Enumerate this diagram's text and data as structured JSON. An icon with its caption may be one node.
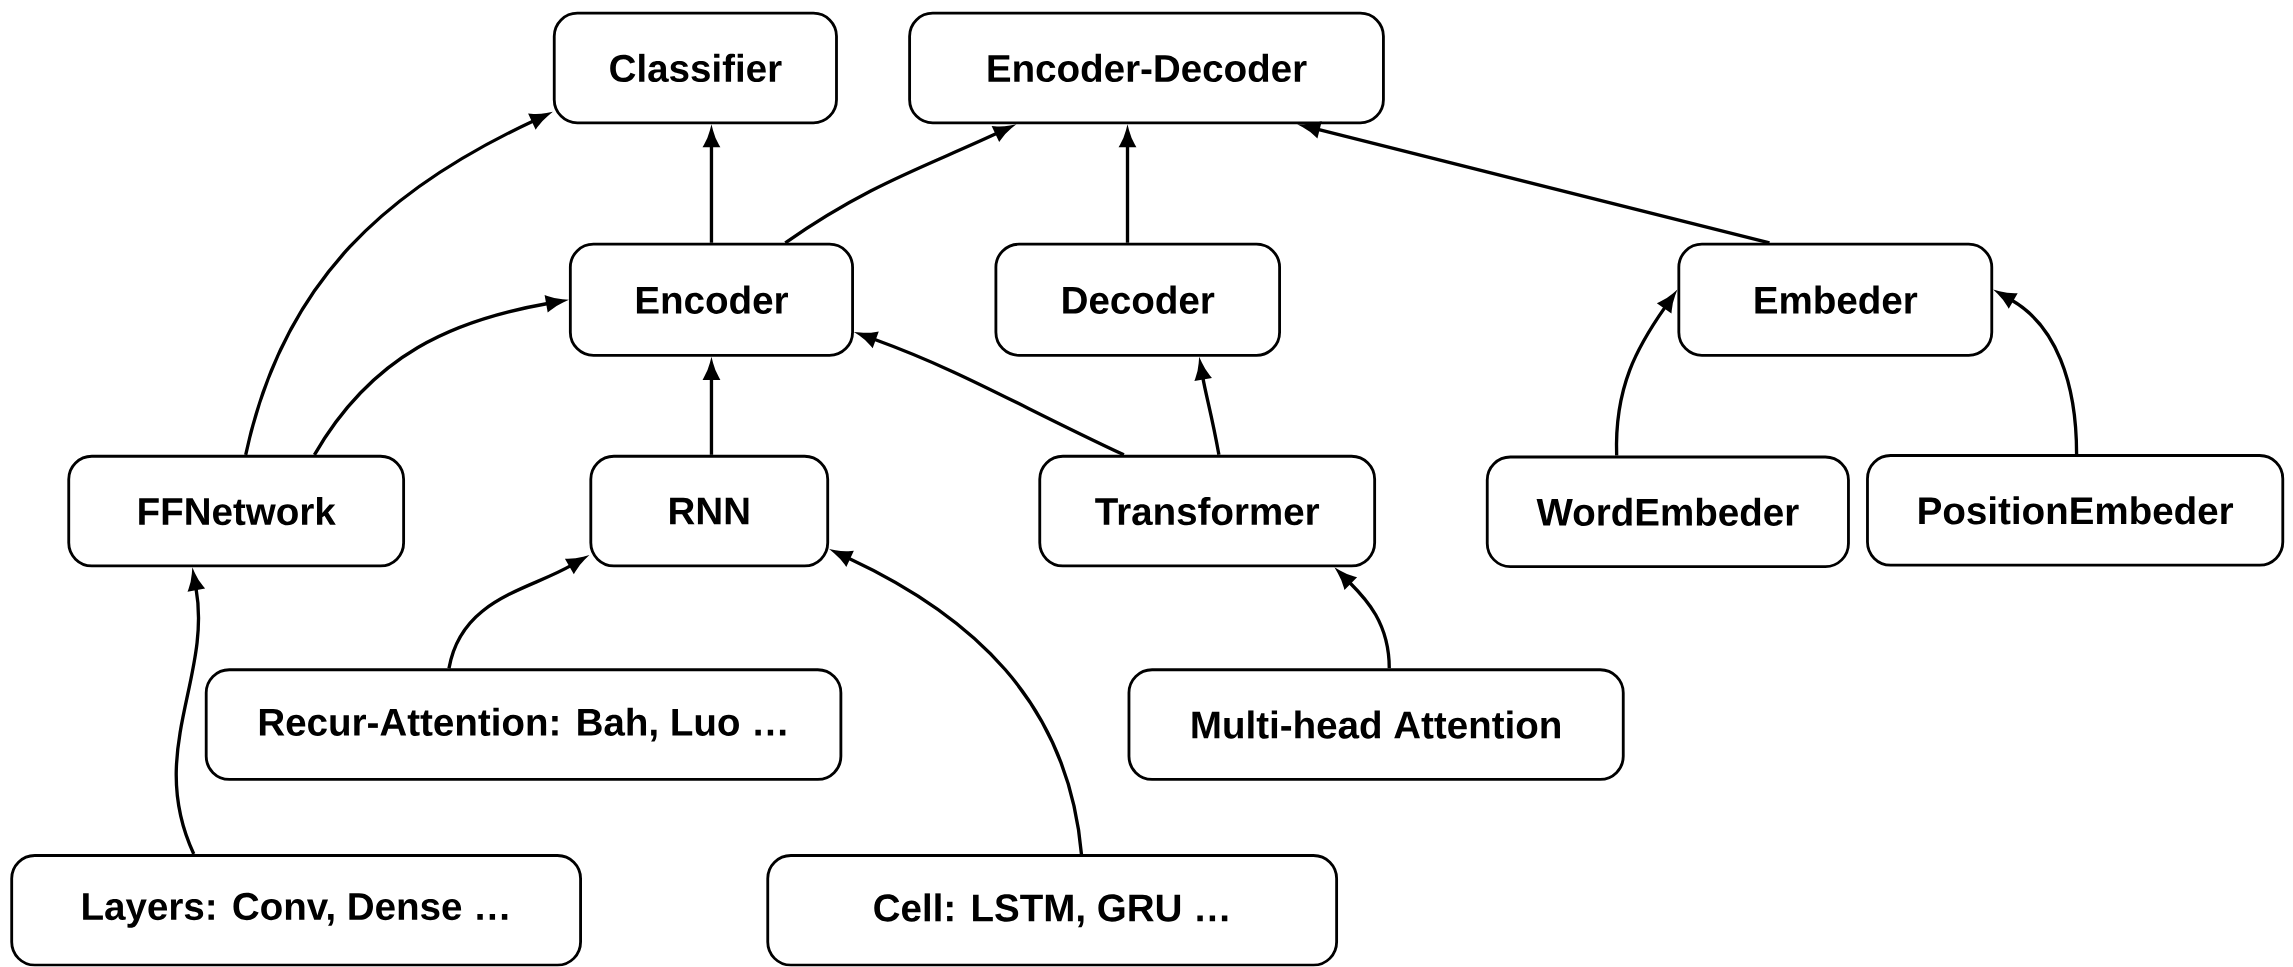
{
  "diagram": {
    "nodes": [
      {
        "text": [
          "Classifier"
        ]
      },
      {
        "text": [
          "Encoder-Decoder"
        ]
      },
      {
        "text": [
          "Encoder"
        ]
      },
      {
        "text": [
          "Decoder"
        ]
      },
      {
        "text": [
          "Embeder"
        ]
      },
      {
        "text": [
          "FFNetwork"
        ]
      },
      {
        "text": [
          "RNN"
        ]
      },
      {
        "text": [
          "Transformer"
        ]
      },
      {
        "text": [
          "WordEmbeder"
        ]
      },
      {
        "text": [
          "PositionEmbeder"
        ]
      },
      {
        "text": [
          "Recur-Attention: Bah, Luo …"
        ]
      },
      {
        "text": [
          "Multi-head Attention"
        ]
      },
      {
        "text": [
          "Layers: Conv, Dense …"
        ]
      },
      {
        "text": [
          "Cell: LSTM, GRU …"
        ]
      }
    ],
    "edges": [
      {
        "from": 5,
        "to": 0,
        "arrow": "to"
      },
      {
        "from": 5,
        "to": 2,
        "arrow": "to"
      },
      {
        "from": 2,
        "to": 0,
        "arrow": "to"
      },
      {
        "from": 2,
        "to": 1,
        "arrow": "to"
      },
      {
        "from": 3,
        "to": 1,
        "arrow": "to"
      },
      {
        "from": 4,
        "to": 1,
        "arrow": "to"
      },
      {
        "from": 7,
        "to": 2,
        "arrow": "to"
      },
      {
        "from": 7,
        "to": 3,
        "arrow": "to"
      },
      {
        "from": 6,
        "to": 2,
        "arrow": "to"
      },
      {
        "from": 8,
        "to": 4,
        "arrow": "to"
      },
      {
        "from": 9,
        "to": 4,
        "arrow": "to"
      },
      {
        "from": 10,
        "to": 6,
        "arrow": "to"
      },
      {
        "from": 13,
        "to": 6,
        "arrow": "to"
      },
      {
        "from": 11,
        "to": 7,
        "arrow": "to"
      },
      {
        "from": 12,
        "to": 5,
        "arrow": "to"
      }
    ]
  }
}
